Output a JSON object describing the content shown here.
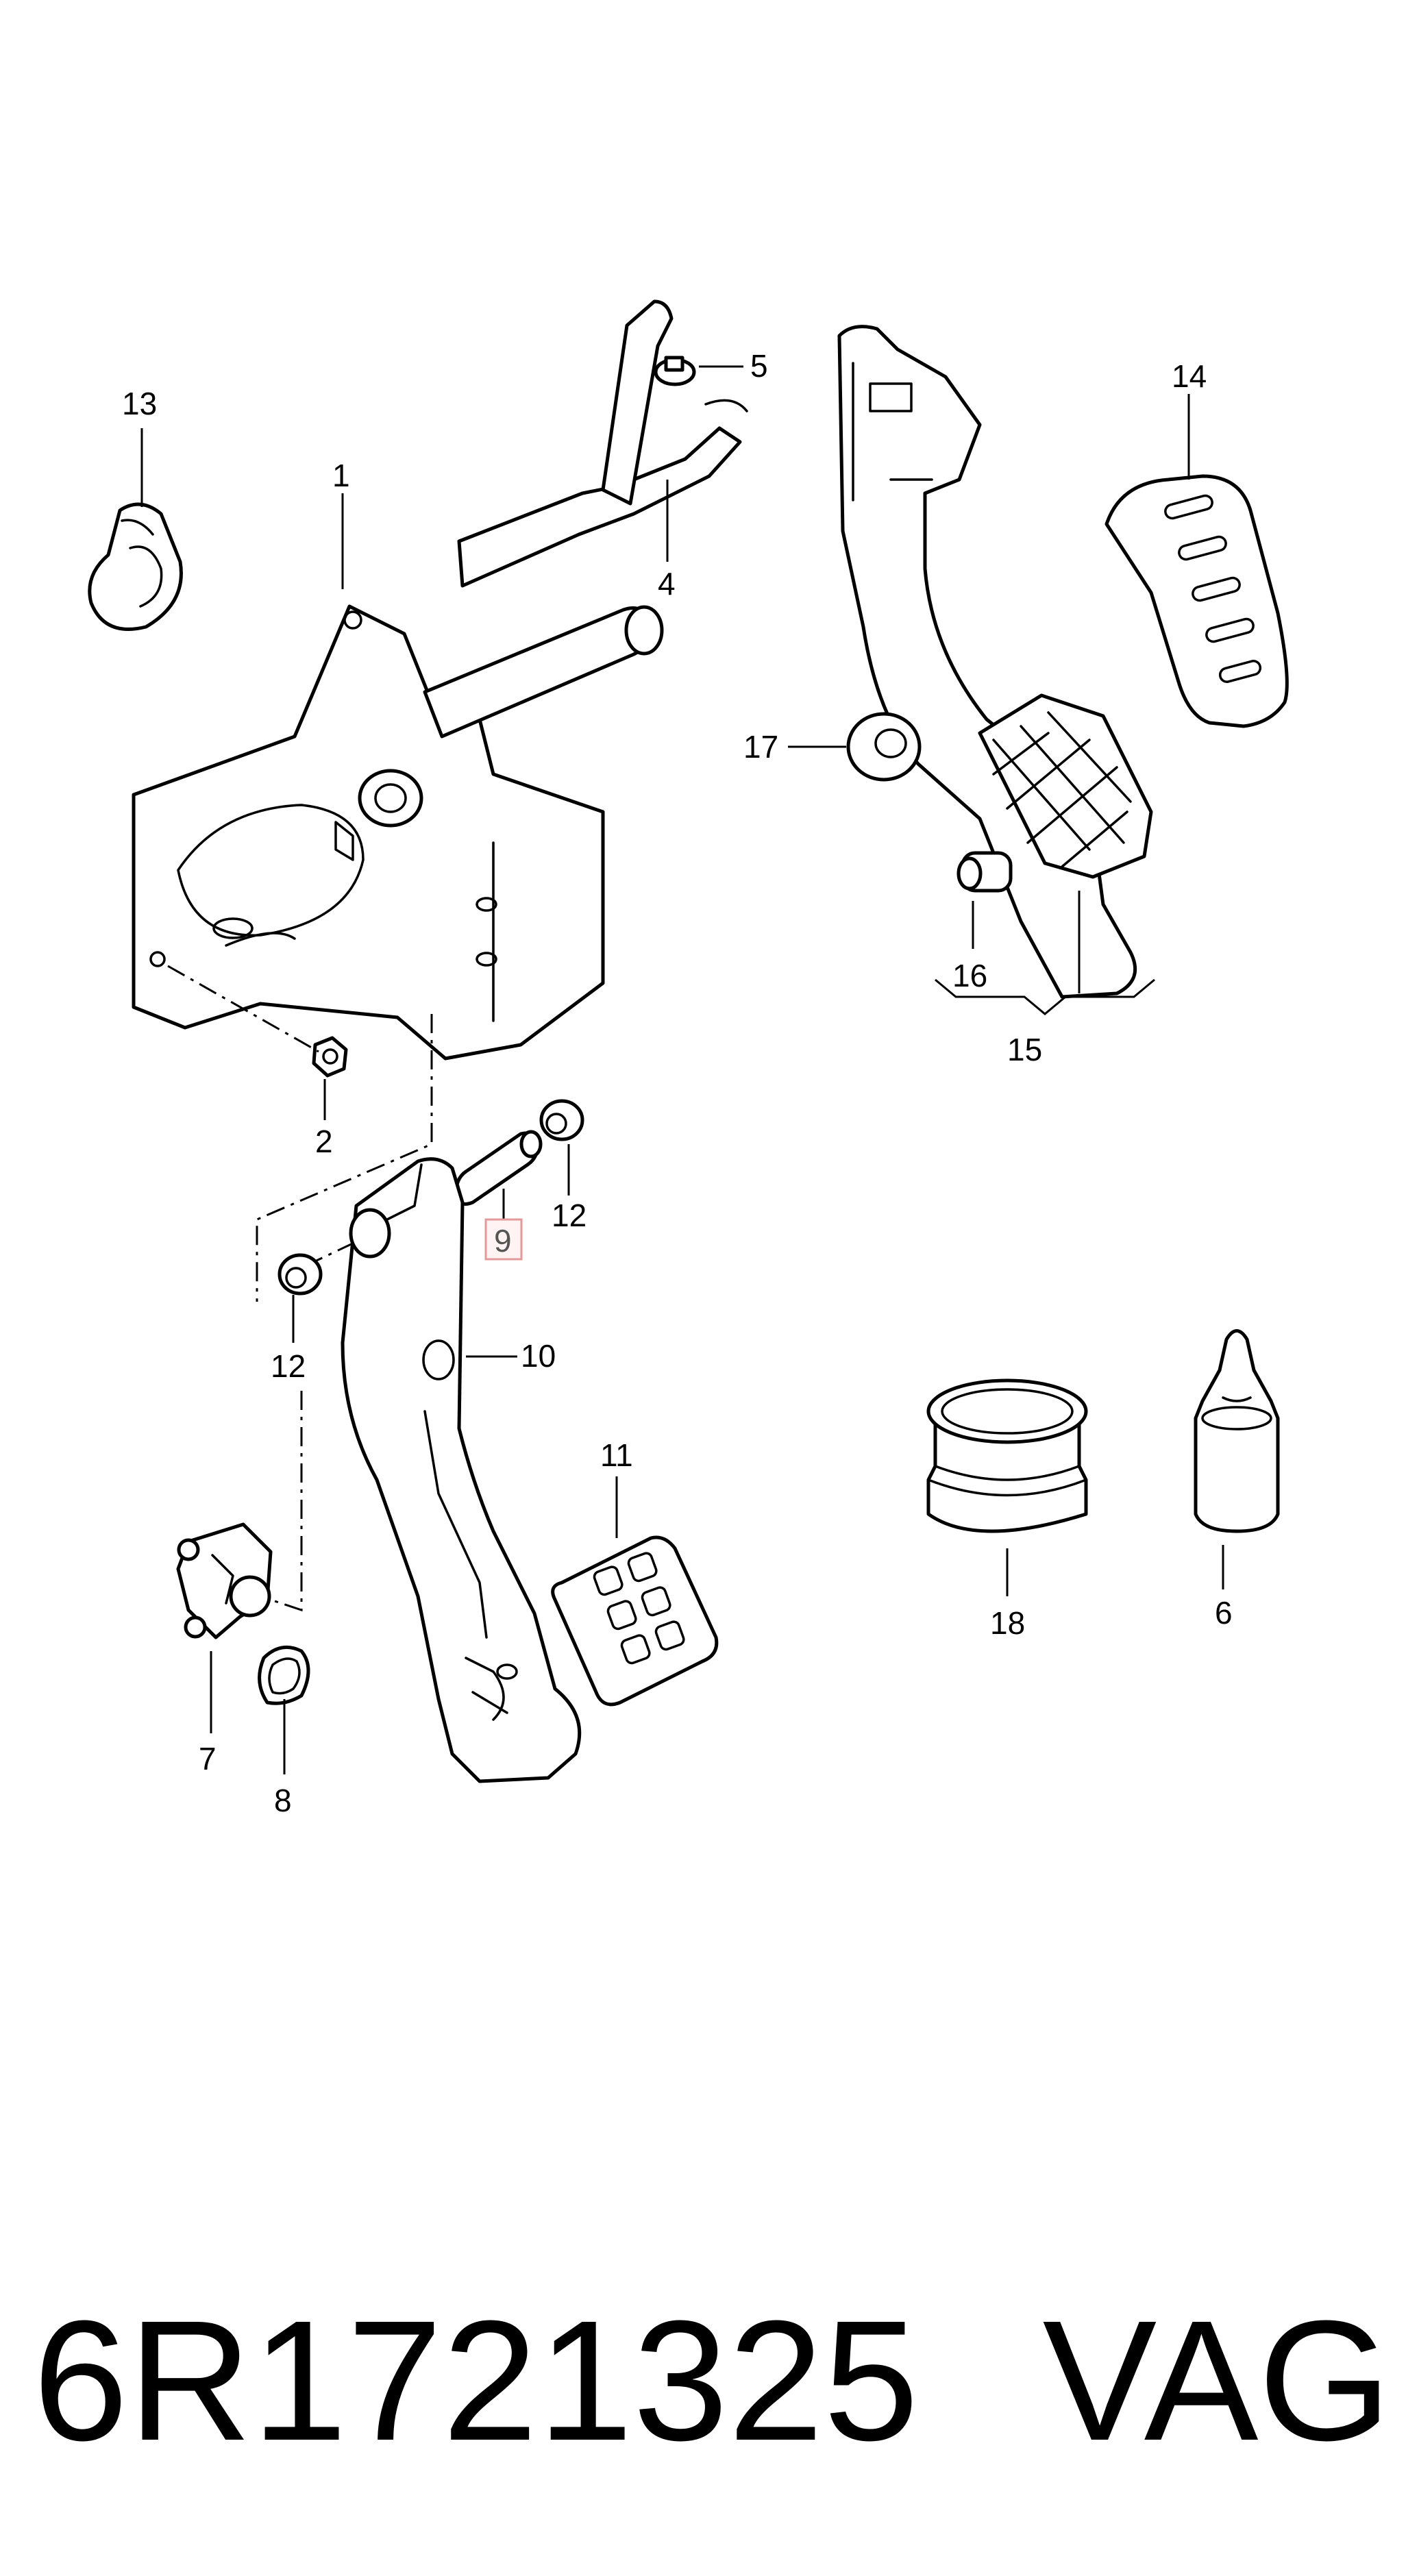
{
  "callouts": {
    "c1": "1",
    "c2": "2",
    "c4": "4",
    "c5": "5",
    "c6": "6",
    "c7": "7",
    "c8": "8",
    "c9": "9",
    "c10": "10",
    "c11": "11",
    "c12a": "12",
    "c12b": "12",
    "c13": "13",
    "c14": "14",
    "c15": "15",
    "c16": "16",
    "c17": "17",
    "c18": "18"
  },
  "highlighted_callout": "9",
  "highlight_color": "#e39a9a",
  "footer": {
    "part_number": "6R1721325",
    "brand": "VAG"
  }
}
